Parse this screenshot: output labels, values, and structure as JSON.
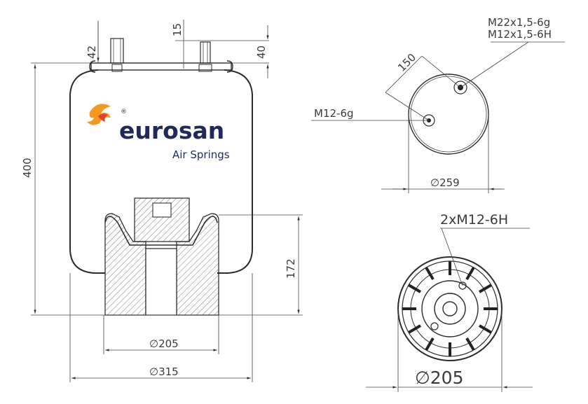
{
  "brand": {
    "name": "eurosan",
    "tagline": "Air Springs",
    "registered": "®"
  },
  "dimensions": {
    "d42": "42",
    "d15": "15",
    "d40": "40",
    "d400": "400",
    "d172": "172",
    "dia205_bottom": "∅205",
    "dia315": "∅315"
  },
  "top_view": {
    "dim150": "150",
    "thread_a": "M22x1,5-6g",
    "thread_b": "M12x1,5-6H",
    "thread_c": "M12-6g",
    "dia259": "∅259"
  },
  "bottom_view": {
    "thread": "2xM12-6H",
    "dia205": "∅205"
  },
  "colors": {
    "line": "#2b2b2b",
    "brand_text": "#1f2a5a",
    "logo_orange": "#f39a1e",
    "logo_red": "#e5402a"
  }
}
